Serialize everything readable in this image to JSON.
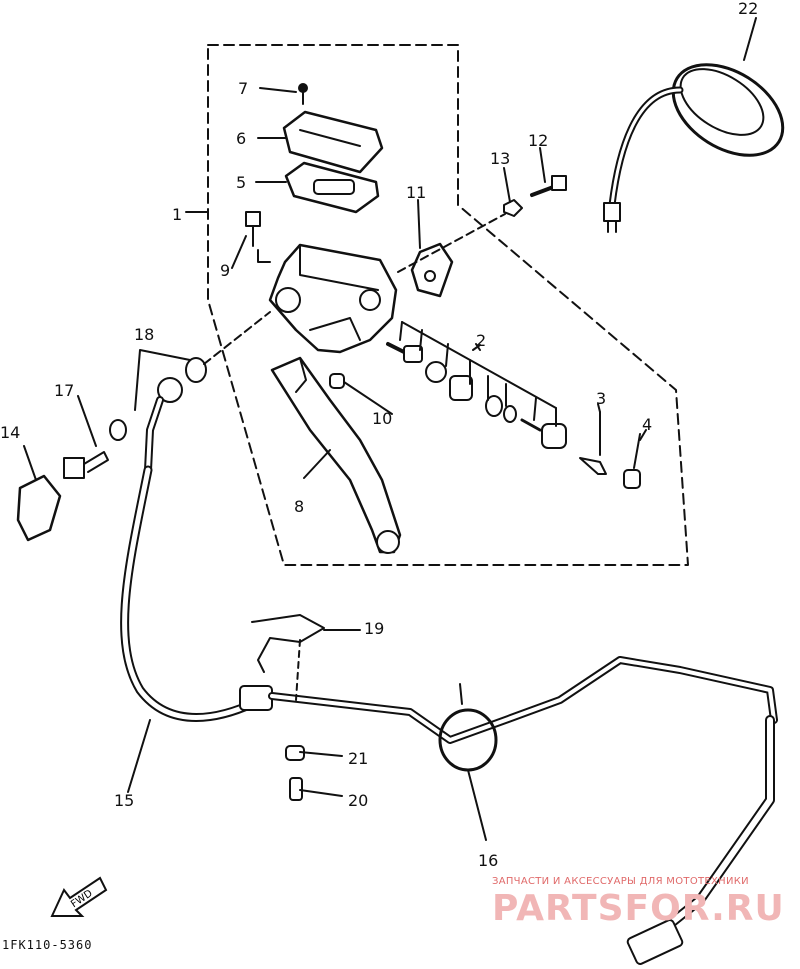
{
  "diagram": {
    "drawing_code": "1FK110-5360",
    "forward_arrow_label": "FWD",
    "watermark_small": "ЗАПЧАСТИ И АКСЕССУАРЫ ДЛЯ МОТОТЕХНИКИ",
    "watermark_brand": "PARTSFOR.RU",
    "callouts": [
      "1",
      "2",
      "3",
      "4",
      "5",
      "6",
      "7",
      "8",
      "9",
      "10",
      "11",
      "12",
      "13",
      "14",
      "15",
      "16",
      "17",
      "18",
      "19",
      "20",
      "21",
      "22"
    ]
  }
}
